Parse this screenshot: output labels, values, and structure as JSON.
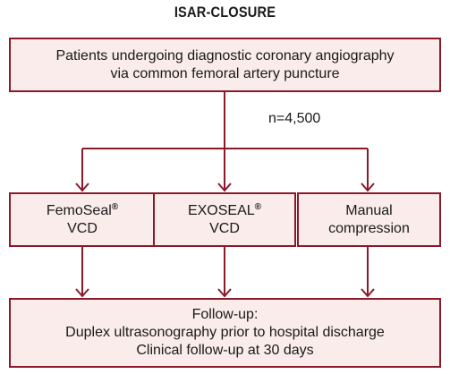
{
  "title": "ISAR-CLOSURE",
  "top_box": {
    "line1": "Patients undergoing diagnostic coronary angiography",
    "line2": "via common femoral artery puncture"
  },
  "n_label": "n=4,500",
  "arms": [
    {
      "name": "FemoSeal",
      "reg": "®",
      "line2": "VCD"
    },
    {
      "name": "EXOSEAL",
      "reg": "®",
      "line2": "VCD"
    },
    {
      "name": "Manual",
      "reg": "",
      "line2": "compression"
    }
  ],
  "followup": {
    "line1": "Follow-up:",
    "line2": "Duplex ultrasonography prior to hospital discharge",
    "line3": "Clinical follow-up at 30 days"
  },
  "colors": {
    "border": "#8a1a2a",
    "box_fill": "#f9ecea"
  }
}
